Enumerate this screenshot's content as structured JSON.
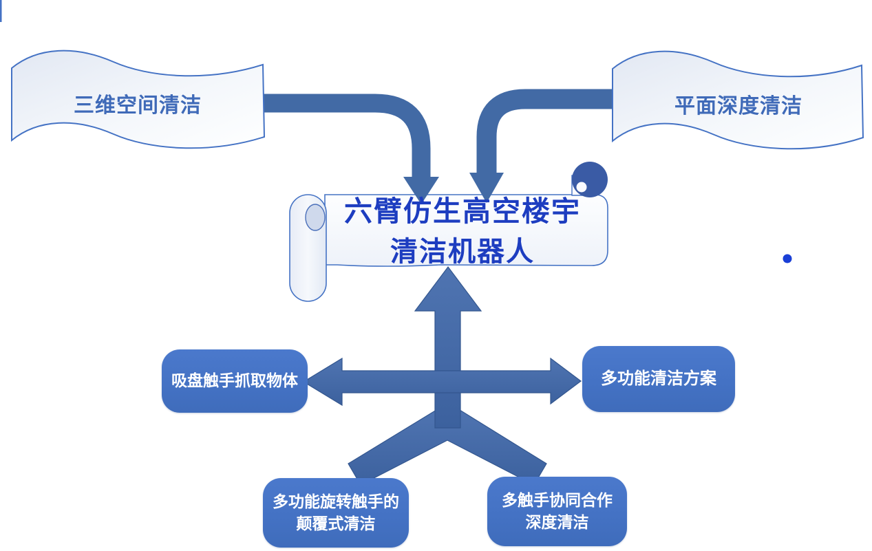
{
  "diagram": {
    "center_scroll": {
      "line1": "六臂仿生高空楼宇",
      "line2": "清洁机器人"
    },
    "banners": {
      "left": {
        "label": "三维空间清洁"
      },
      "right": {
        "label": "平面深度清洁"
      }
    },
    "nodes": {
      "left_box": {
        "label": "吸盘触手抓取物体"
      },
      "right_box": {
        "label": "多功能清洁方案"
      },
      "bottom_left_box": {
        "line1": "多功能旋转触手的",
        "line2": "颠覆式清洁"
      },
      "bottom_right_box": {
        "line1": "多触手协同合作",
        "line2": "深度清洁"
      }
    },
    "icons": {
      "bullet_dot": "bullet-dot",
      "scroll_curl": "scroll-curl",
      "arrows": [
        "curved-arrow-left-down",
        "curved-arrow-right-down",
        "hub-up-arrow",
        "hub-left-right-double-arrow",
        "hub-leg-left",
        "hub-leg-right"
      ]
    },
    "colors": {
      "node_fill": "#4472c4",
      "arrow_fill": "#426aa5",
      "arrow_stroke": "#2f5288",
      "shape_outline": "#4472c4",
      "scroll_text": "#1d3dc0",
      "banner_text": "#3f6ab8",
      "bullet_dot": "#1a3fd6",
      "node_text": "#ffffff"
    }
  }
}
